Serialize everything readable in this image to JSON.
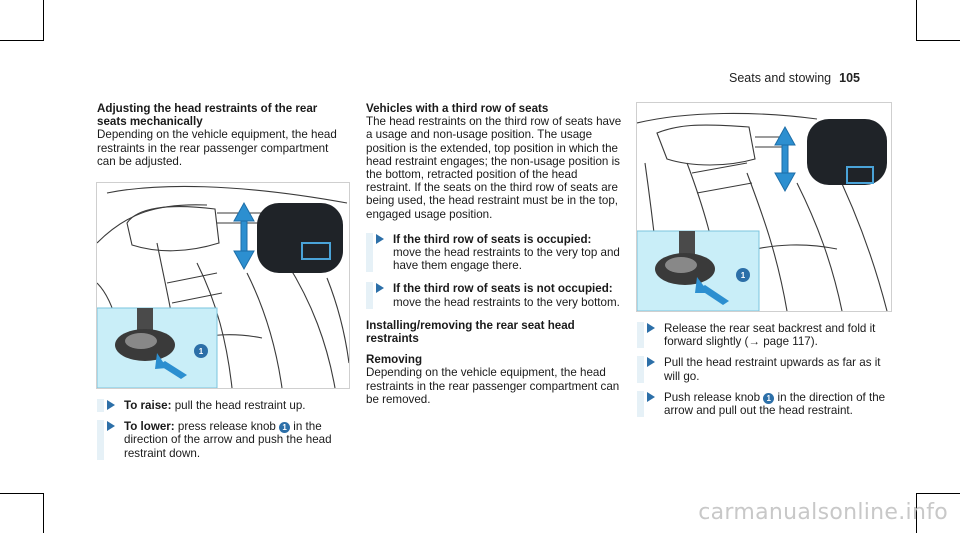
{
  "header": {
    "section": "Seats and stowing",
    "page_number": "105"
  },
  "col1": {
    "heading": "Adjusting the head restraints of the rear seats mechanically",
    "intro": "Depending on the vehicle equipment, the head restraints in the rear passenger compartment can be adjusted.",
    "figure": {
      "callout": "1"
    },
    "steps": [
      {
        "label": "To raise:",
        "text": " pull the head restraint up."
      },
      {
        "label": "To lower:",
        "text_before": " press release knob ",
        "knob": "1",
        "text_after": " in the direction of the arrow and push the head restraint down."
      }
    ]
  },
  "col2": {
    "heading": "Vehicles with a third row of seats",
    "intro": "The head restraints on the third row of seats have a usage and non-usage position. The usage position is the extended, top position in which the head restraint engages; the non-usage position is the bottom, retracted position of the head restraint. If the seats on the third row of seats are being used, the head restraint must be in the top, engaged usage position.",
    "steps": [
      {
        "label": "If the third row of seats is occupied:",
        "text": " move the head restraints to the very top and have them engage there."
      },
      {
        "label": "If the third row of seats is not occupied:",
        "text": " move the head restraints to the very bottom."
      }
    ],
    "sub_heading": "Installing/removing the rear seat head restraints",
    "removing_heading": "Removing",
    "removing_text": "Depending on the vehicle equipment, the head restraints in the rear passenger compartment can be removed."
  },
  "col3": {
    "figure": {
      "callout": "1"
    },
    "steps": [
      {
        "text_before": "Release the rear seat backrest and fold it forward slightly (",
        "ref_arrow": "→",
        "text_after": " page 117)."
      },
      {
        "text": "Pull the head restraint upwards as far as it will go."
      },
      {
        "text_before": "Push release knob ",
        "knob": "1",
        "text_after": " in the direction of the arrow and pull out the head restraint."
      }
    ]
  },
  "footer": {
    "watermark": "carmanualsonline.info"
  },
  "colors": {
    "accent_blue": "#2c6fa8",
    "highlight_cyan": "#c9eef8",
    "step_bar": "#e6f1f7"
  }
}
